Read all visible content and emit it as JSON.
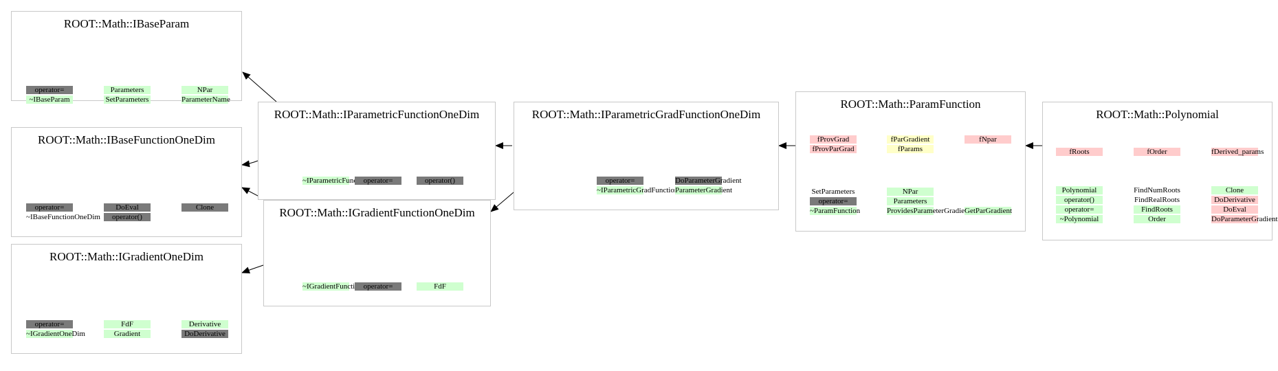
{
  "colors": {
    "public": "#cfffcf",
    "protected": "#ffffc8",
    "private": "#ffcccc",
    "virtual": "#7a7a7a",
    "border": "#c8c8c8",
    "arrow": "#000000"
  },
  "classes": {
    "ibaseparam": {
      "title": "ROOT::Math::IBaseParam",
      "members": [
        "operator=",
        "~IBaseParam",
        "Parameters",
        "SetParameters",
        "NPar",
        "ParameterName"
      ]
    },
    "ibasefunctiononedim": {
      "title": "ROOT::Math::IBaseFunctionOneDim",
      "members": [
        "operator=",
        "~IBaseFunctionOneDim",
        "DoEval",
        "operator()",
        "Clone"
      ]
    },
    "igradientonedim": {
      "title": "ROOT::Math::IGradientOneDim",
      "members": [
        "operator=",
        "~IGradientOneDim",
        "FdF",
        "Gradient",
        "Derivative",
        "DoDerivative"
      ]
    },
    "iparametricfunctiononedim": {
      "title": "ROOT::Math::IParametricFunctionOneDim",
      "members": [
        "~IParametricFunctionOneDim",
        "operator=",
        "operator()"
      ]
    },
    "igradientfunctiononedim": {
      "title": "ROOT::Math::IGradientFunctionOneDim",
      "members": [
        "~IGradientFunctionOneDim",
        "operator=",
        "FdF"
      ]
    },
    "iparametricgradfunctiononedim": {
      "title": "ROOT::Math::IParametricGradFunctionOneDim",
      "members": [
        "operator=",
        "~IParametricGradFunctionOneDim",
        "DoParameterGradient",
        "ParameterGradient"
      ]
    },
    "paramfunction": {
      "title": "ROOT::Math::ParamFunction",
      "members": [
        "fProvGrad",
        "fProvParGrad",
        "fParGradient",
        "fParams",
        "fNpar",
        "SetParameters",
        "operator=",
        "~ParamFunction",
        "NPar",
        "Parameters",
        "ProvidesParameterGradient",
        "GetParGradient"
      ]
    },
    "polynomial": {
      "title": "ROOT::Math::Polynomial",
      "members": [
        "fRoots",
        "fOrder",
        "fDerived_params",
        "Polynomial",
        "operator()",
        "operator=",
        "~Polynomial",
        "FindNumRoots",
        "FindRealRoots",
        "FindRoots",
        "Order",
        "Clone",
        "DoDerivative",
        "DoEval",
        "DoParameterGradient"
      ]
    }
  }
}
